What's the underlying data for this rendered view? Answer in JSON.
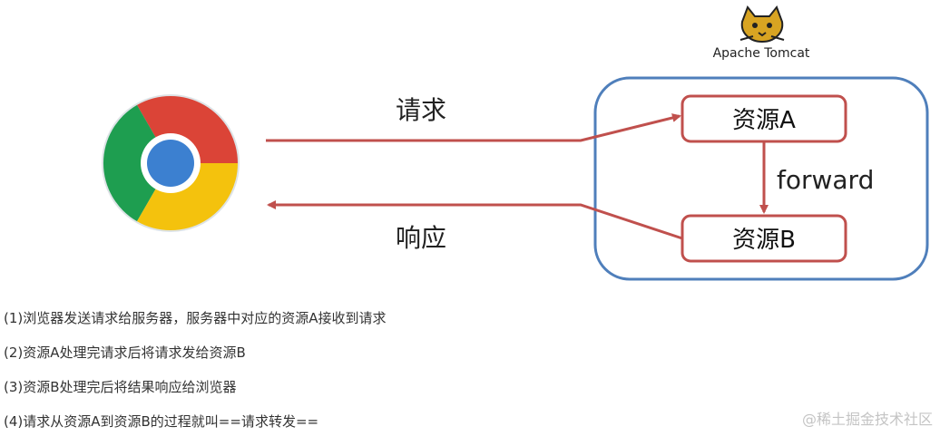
{
  "server": {
    "name": "Apache Tomcat",
    "logo_icon": "tomcat-cat-icon"
  },
  "browser": {
    "icon": "chrome-logo-icon"
  },
  "arrows": {
    "request_label": "请求",
    "response_label": "响应",
    "forward_label": "forward"
  },
  "resources": {
    "a": "资源A",
    "b": "资源B"
  },
  "steps": [
    "(1)浏览器发送请求给服务器，服务器中对应的资源A接收到请求",
    "(2)资源A处理完请求后将请求发给资源B",
    "(3)资源B处理完后将结果响应给浏览器",
    "(4)请求从资源A到资源B的过程就叫==请求转发=="
  ],
  "watermark": "@稀土掘金技术社区",
  "colors": {
    "arrow": "#c0504d",
    "server_border": "#4f7fbb",
    "resource_border": "#c0504d"
  }
}
